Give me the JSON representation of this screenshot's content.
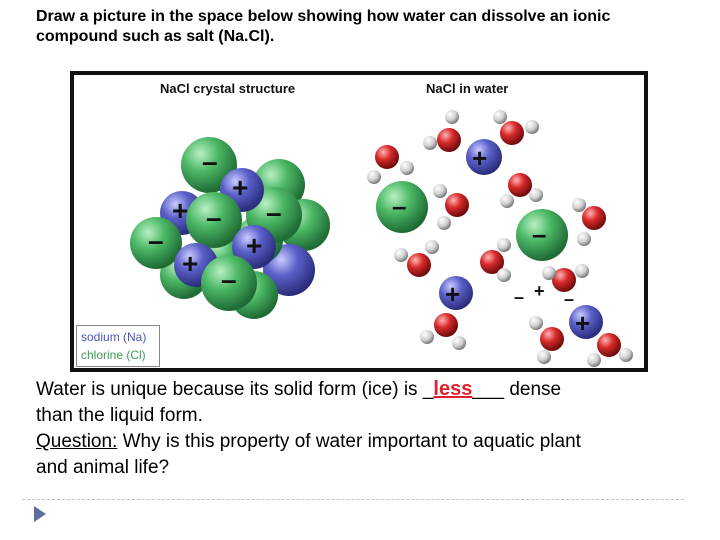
{
  "prompt": {
    "line1": "Draw a picture in the space below showing how water can dissolve an ionic",
    "line2": "compound such as salt (Na.Cl)."
  },
  "figure": {
    "left_title": "NaCl crystal structure",
    "right_title": "NaCl in water",
    "legend_sodium": "sodium (Na)",
    "legend_chlorine": "chlorine (Cl)",
    "colors": {
      "sodium": "#5a5fc8",
      "chlorine": "#3fa65a",
      "oxygen": "#d62a2a",
      "hydrogen": "#cfcfcf"
    }
  },
  "body": {
    "sentence_start": "Water is unique because its solid form (ice) is ",
    "blank_before": "_",
    "answer": "less",
    "blank_after": "___",
    "sentence_end": " dense",
    "sentence_line2": "than the liquid form.",
    "question_label": "Question:",
    "question_text": " Why is this property of water important to aquatic plant",
    "question_line2": "and animal life?"
  }
}
